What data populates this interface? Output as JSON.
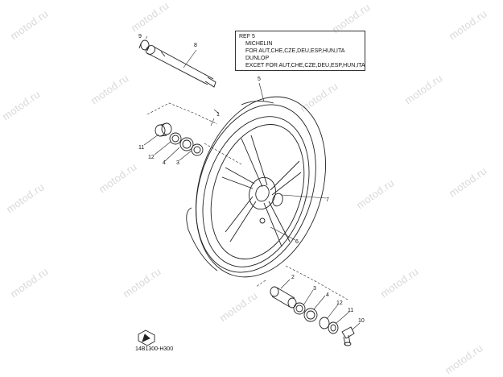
{
  "watermark": "motod.ru",
  "ref_box": {
    "title": "REF 5",
    "lines": [
      "MICHELIN",
      "FOR AUT,CHE,CZE,DEU,ESP,HUN,ITA",
      "DUNLOP",
      "EXCET FOR AUT,CHE,CZE,DEU,ESP,HUN,ITA"
    ]
  },
  "callouts": {
    "p9": "9",
    "p8": "8",
    "p5": "5",
    "p1": "1",
    "p11a": "11",
    "p12a": "12",
    "p4a": "4",
    "p3a": "3",
    "p7": "7",
    "p6": "6",
    "p2": "2",
    "p3b": "3",
    "p4b": "4",
    "p12b": "12",
    "p11b": "11",
    "p10": "10"
  },
  "diagram_code": "14B1300-H300"
}
